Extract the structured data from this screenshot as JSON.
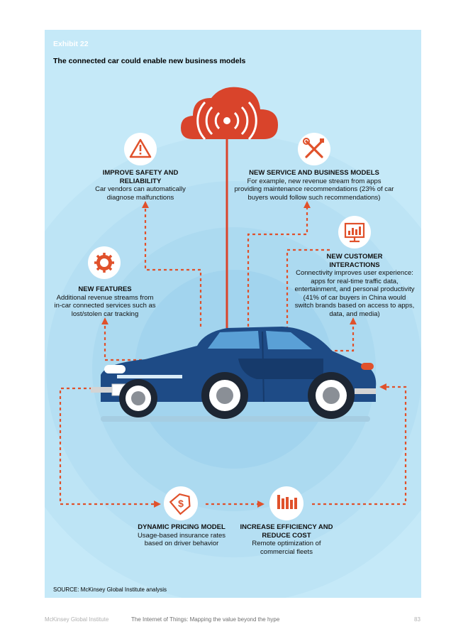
{
  "exhibit_label": "Exhibit 22",
  "title": "The connected car could enable new business models",
  "source": "SOURCE:  McKinsey Global Institute analysis",
  "footer": {
    "publisher": "McKinsey Global Institute",
    "report": "The Internet of Things: Mapping the value beyond the hype",
    "page": "83"
  },
  "blocks": {
    "safety": {
      "icon": "warning-icon",
      "heading": "IMPROVE SAFETY AND RELIABILITY",
      "desc": "Car vendors can automatically diagnose malfunctions"
    },
    "service": {
      "icon": "tools-icon",
      "heading": "NEW SERVICE AND BUSINESS MODELS",
      "desc": "For example, new revenue stream from apps providing maintenance recommendations (23% of car buyers would follow such recommendations)"
    },
    "features": {
      "icon": "gear-icon",
      "heading": "NEW FEATURES",
      "desc": "Additional revenue streams from in-car connected services such as lost/stolen car tracking"
    },
    "customer": {
      "icon": "presentation-chart-icon",
      "heading": "NEW CUSTOMER INTERACTIONS",
      "desc": "Connectivity improves user experience: apps for real-time traffic data, entertainment, and personal productivity (41% of car buyers in China would switch brands based on access to apps, data, and media)"
    },
    "pricing": {
      "icon": "price-tag-icon",
      "heading": "DYNAMIC PRICING MODEL",
      "desc": "Usage-based insurance rates based on driver behavior"
    },
    "efficiency": {
      "icon": "bar-chart-icon",
      "heading": "INCREASE EFFICIENCY AND REDUCE COST",
      "desc": "Remote optimization of commercial fleets"
    }
  },
  "colors": {
    "background": "#c5e9f8",
    "accent": "#e0512b",
    "cloud": "#d9442b",
    "car_body": "#1e4b86",
    "car_dark": "#163a6b"
  }
}
